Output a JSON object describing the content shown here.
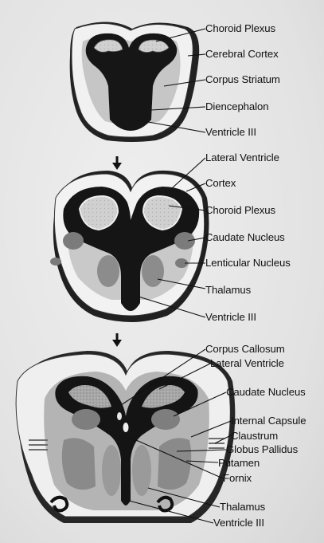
{
  "diagram": {
    "panels": [
      {
        "id": "stage-1",
        "labels": [
          "Choroid Plexus",
          "Cerebral Cortex",
          "Corpus Striatum",
          "Diencephalon",
          "Ventricle III"
        ]
      },
      {
        "id": "stage-2",
        "labels": [
          "Lateral Ventricle",
          "Cortex",
          "Choroid Plexus",
          "Caudate Nucleus",
          "Lenticular Nucleus",
          "Thalamus",
          "Ventricle III"
        ]
      },
      {
        "id": "stage-3",
        "labels": [
          "Corpus Callosum",
          "Lateral Ventricle",
          "Caudate Nucleus",
          "Internal Capsule",
          "Claustrum",
          "Globus Pallidus",
          "Putamen",
          "Fornix",
          "Thalamus",
          "Ventricle III"
        ]
      }
    ],
    "arrows": [
      "down-arrow",
      "down-arrow"
    ]
  },
  "colors": {
    "background": "#e6e6e6",
    "tissue_light": "#f2f2f2",
    "tissue_mid": "#a9a9a9",
    "ventricle_dark": "#151515",
    "nucleus_gray": "#777777",
    "line": "#111111"
  }
}
